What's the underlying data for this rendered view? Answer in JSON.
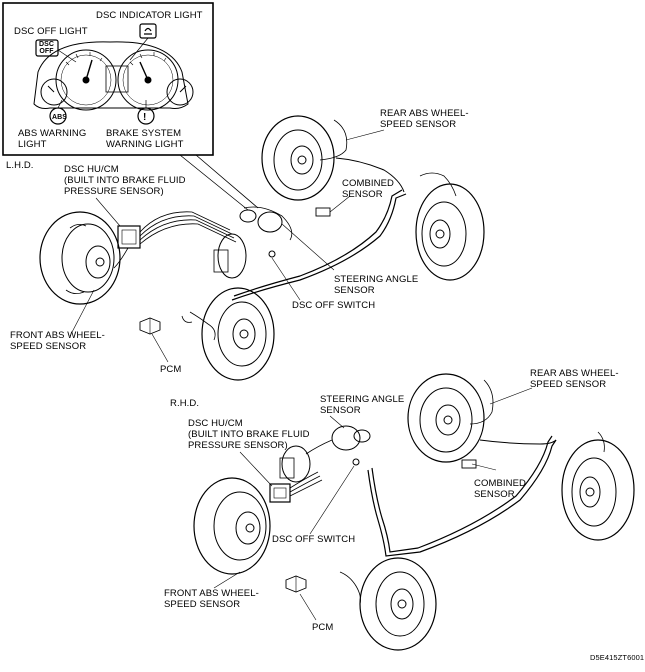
{
  "inset": {
    "dsc_indicator_light": "DSC INDICATOR LIGHT",
    "dsc_off_light": "DSC OFF LIGHT",
    "abs_warning_light": "ABS WARNING\nLIGHT",
    "brake_system_warning_light": "BRAKE SYSTEM\nWARNING LIGHT",
    "dsc_off_icon": "DSC\nOFF",
    "abs_icon": "ABS"
  },
  "lhd": {
    "title": "L.H.D.",
    "dsc_hu_cm": "DSC HU/CM\n(BUILT INTO BRAKE FLUID\nPRESSURE SENSOR)",
    "rear_abs_sensor": "REAR ABS WHEEL-\nSPEED SENSOR",
    "combined_sensor": "COMBINED\nSENSOR",
    "steering_angle_sensor": "STEERING ANGLE\nSENSOR",
    "dsc_off_switch": "DSC OFF SWITCH",
    "front_abs_sensor": "FRONT ABS WHEEL-\nSPEED SENSOR",
    "pcm": "PCM"
  },
  "rhd": {
    "title": "R.H.D.",
    "rear_abs_sensor": "REAR ABS WHEEL-\nSPEED SENSOR",
    "steering_angle_sensor": "STEERING ANGLE\nSENSOR",
    "dsc_hu_cm": "DSC HU/CM\n(BUILT INTO BRAKE FLUID\nPRESSURE SENSOR)",
    "combined_sensor": "COMBINED\nSENSOR",
    "dsc_off_switch": "DSC OFF SWITCH",
    "front_abs_sensor": "FRONT ABS WHEEL-\nSPEED SENSOR",
    "pcm": "PCM"
  },
  "figure_code": "D5E415ZT6001"
}
